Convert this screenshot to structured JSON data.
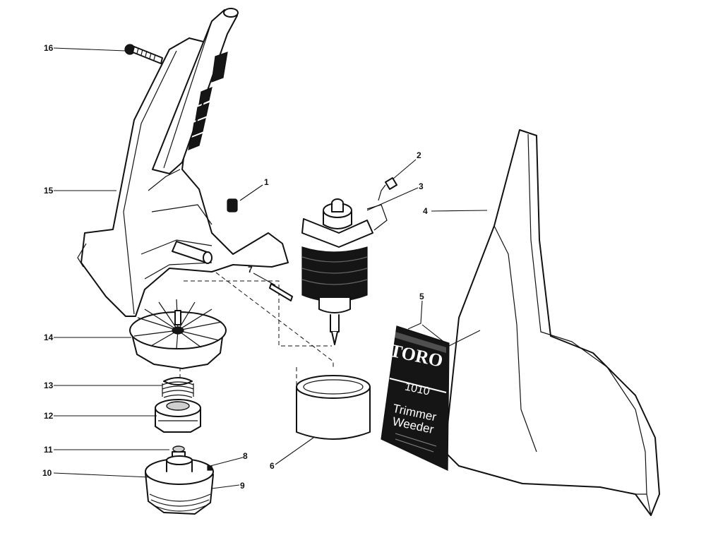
{
  "callouts": [
    {
      "id": "1",
      "label": "1"
    },
    {
      "id": "2",
      "label": "2"
    },
    {
      "id": "3",
      "label": "3"
    },
    {
      "id": "4",
      "label": "4"
    },
    {
      "id": "5",
      "label": "5"
    },
    {
      "id": "6",
      "label": "6"
    },
    {
      "id": "7",
      "label": "7"
    },
    {
      "id": "8",
      "label": "8"
    },
    {
      "id": "9",
      "label": "9"
    },
    {
      "id": "10",
      "label": "10"
    },
    {
      "id": "11",
      "label": "11"
    },
    {
      "id": "12",
      "label": "12"
    },
    {
      "id": "13",
      "label": "13"
    },
    {
      "id": "14",
      "label": "14"
    },
    {
      "id": "15",
      "label": "15"
    },
    {
      "id": "16",
      "label": "16"
    }
  ],
  "nameplate": {
    "brand": "TORO",
    "model": "1010",
    "line1": "Trimmer",
    "line2": "Weeder"
  }
}
